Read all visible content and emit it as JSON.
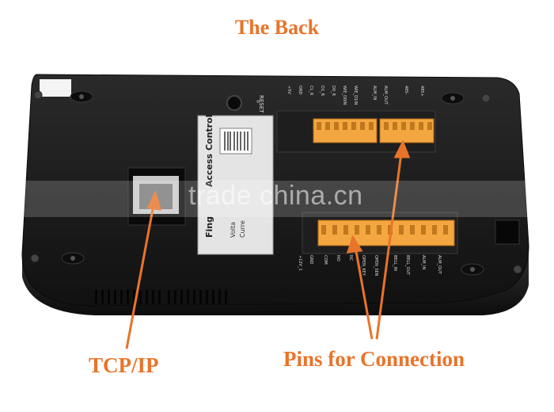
{
  "heading": "The Back",
  "callouts": {
    "tcp_ip": "TCP/IP",
    "pins": "Pins for Connection"
  },
  "device": {
    "reset_label": "RESET",
    "label_title_a": "Fing",
    "label_title_b": "Access Control",
    "label_line_1": "Volta",
    "label_line_2": "Curre"
  },
  "watermark": "trade china.cn",
  "pins_top": [
    "+5V",
    "GND",
    "CL_R",
    "D1_R",
    "D0_R",
    "WIE_D0IN",
    "WIE_D1IN",
    "ALM_IN",
    "ALM_OUT",
    "485-",
    "485+"
  ],
  "pins_bottom": [
    "+12V_1",
    "GND",
    "COM",
    "NO",
    "NC",
    "OPEN_KEY",
    "OPEN_SEN",
    "BELL_IN",
    "BELL_OUT",
    "ALM_IN",
    "ALM_OUT"
  ],
  "colors": {
    "accent": "#e8742a",
    "body": "#1c1c1c",
    "terminal": "#f4a640",
    "label": "#e6e6e6"
  }
}
